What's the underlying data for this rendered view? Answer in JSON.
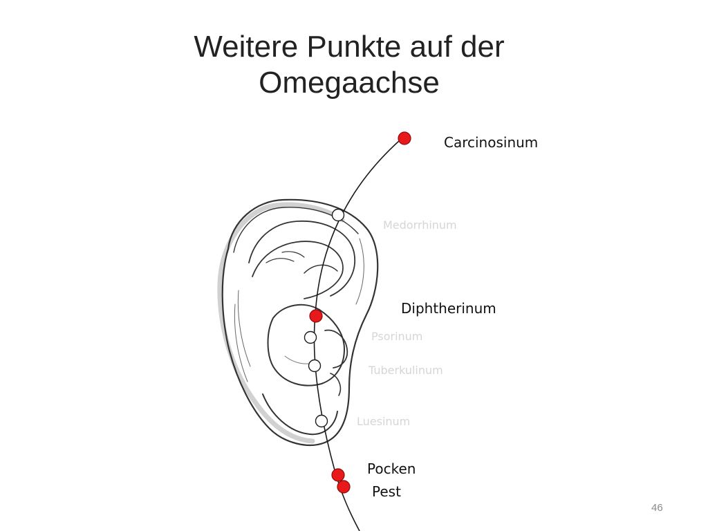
{
  "title": {
    "line1": "Weitere Punkte auf der",
    "line2": "Omegaachse"
  },
  "points": [
    {
      "id": "carcinosinum",
      "label": "Carcinosinum",
      "state": "active"
    },
    {
      "id": "medorrhinum",
      "label": "Medorrhinum",
      "state": "inactive"
    },
    {
      "id": "diphtherinum",
      "label": "Diphtherinum",
      "state": "active"
    },
    {
      "id": "psorinum",
      "label": "Psorinum",
      "state": "inactive"
    },
    {
      "id": "tuberkulinum",
      "label": "Tuberkulinum",
      "state": "inactive"
    },
    {
      "id": "luesinum",
      "label": "Luesinum",
      "state": "inactive"
    },
    {
      "id": "pocken",
      "label": "Pocken",
      "state": "active"
    },
    {
      "id": "pest",
      "label": "Pest",
      "state": "active"
    }
  ],
  "colors": {
    "active_point": "#e8191b",
    "active_label": "#111111",
    "inactive_label": "#d6d6d6",
    "axis_line": "#1a1a1a",
    "ear_sketch": "#333333"
  },
  "page_number": "46"
}
